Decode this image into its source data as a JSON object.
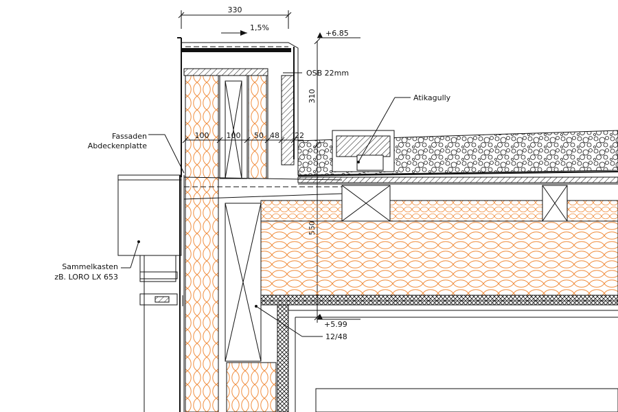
{
  "dimensions": {
    "top_width": "330",
    "slope": "1,5%",
    "height_upper": "310",
    "height_lower": "550",
    "layer_100a": "100",
    "layer_100b": "100",
    "layer_50": "50",
    "layer_48": "48",
    "layer_22": "22"
  },
  "levels": {
    "top": "+6.85",
    "bottom": "+5.99"
  },
  "labels": {
    "osb": "OSB 22mm",
    "atikagully": "Atikagully",
    "fassaden_line1": "Fassaden",
    "fassaden_line2": "Abdeckenplatte",
    "sammel_line1": "Sammelkasten",
    "sammel_line2": "zB. LORO LX 653",
    "timber": "12/48"
  },
  "colors": {
    "lines": "#111111",
    "insulation": "#f08c3c",
    "background": "#ffffff"
  }
}
